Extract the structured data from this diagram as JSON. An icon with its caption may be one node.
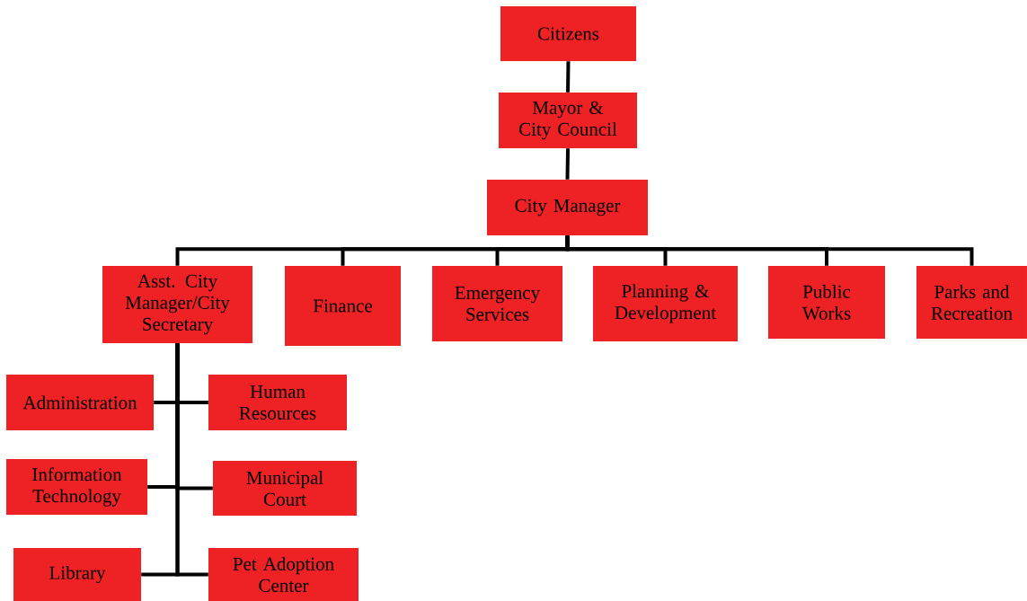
{
  "diagram": {
    "nodes": [
      {
        "text": [
          "Citizens"
        ]
      },
      {
        "text": [
          "Mayor & City Council"
        ]
      },
      {
        "text": [
          "City Manager"
        ]
      },
      {
        "text": [
          "Asst. City Manager/City Secretary"
        ]
      },
      {
        "text": [
          "Finance"
        ]
      },
      {
        "text": [
          "Emergency Services"
        ]
      },
      {
        "text": [
          "Planning & Development"
        ]
      },
      {
        "text": [
          "Public Works"
        ]
      },
      {
        "text": [
          "Parks and Recreation"
        ]
      },
      {
        "text": [
          "Administration"
        ]
      },
      {
        "text": [
          "Human Resources"
        ]
      },
      {
        "text": [
          "Information Technology"
        ]
      },
      {
        "text": [
          "Municipal Court"
        ]
      },
      {
        "text": [
          "Library"
        ]
      },
      {
        "text": [
          "Pet Adoption Center"
        ]
      }
    ],
    "edges": [
      {
        "from": 0,
        "to": 1,
        "arrow": "none"
      },
      {
        "from": 1,
        "to": 2,
        "arrow": "none"
      },
      {
        "from": 2,
        "to": 3,
        "arrow": "none"
      },
      {
        "from": 2,
        "to": 4,
        "arrow": "none"
      },
      {
        "from": 2,
        "to": 5,
        "arrow": "none"
      },
      {
        "from": 2,
        "to": 6,
        "arrow": "none"
      },
      {
        "from": 2,
        "to": 7,
        "arrow": "none"
      },
      {
        "from": 2,
        "to": 8,
        "arrow": "none"
      },
      {
        "from": 3,
        "to": 9,
        "arrow": "none"
      },
      {
        "from": 3,
        "to": 10,
        "arrow": "none"
      },
      {
        "from": 3,
        "to": 11,
        "arrow": "none"
      },
      {
        "from": 3,
        "to": 12,
        "arrow": "none"
      },
      {
        "from": 3,
        "to": 13,
        "arrow": "none"
      },
      {
        "from": 3,
        "to": 14,
        "arrow": "none"
      }
    ]
  }
}
